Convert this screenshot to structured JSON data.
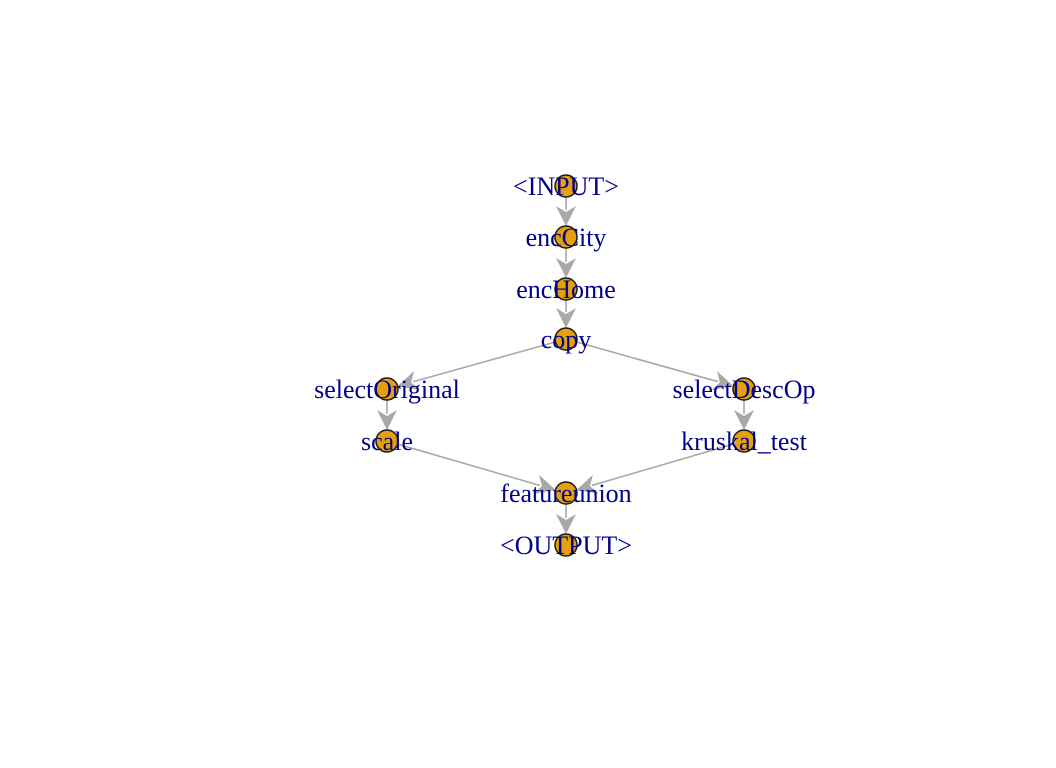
{
  "colors": {
    "edge": "#a8a8a8",
    "node_fill": "#e5a00d",
    "node_stroke": "#1a1a1a",
    "label": "#00008b",
    "background": "#ffffff"
  },
  "nodes": [
    {
      "id": "input",
      "label": "<INPUT>"
    },
    {
      "id": "enccity",
      "label": "encCity"
    },
    {
      "id": "enchome",
      "label": "encHome"
    },
    {
      "id": "copy",
      "label": "copy"
    },
    {
      "id": "selectoriginal",
      "label": "selectOriginal"
    },
    {
      "id": "selectdescop",
      "label": "selectDescOp"
    },
    {
      "id": "scale",
      "label": "scale"
    },
    {
      "id": "kruskal_test",
      "label": "kruskal_test"
    },
    {
      "id": "featureunion",
      "label": "featureunion"
    },
    {
      "id": "output",
      "label": "<OUTPUT>"
    }
  ],
  "edges": [
    {
      "from": "input",
      "to": "enccity"
    },
    {
      "from": "enccity",
      "to": "enchome"
    },
    {
      "from": "enchome",
      "to": "copy"
    },
    {
      "from": "copy",
      "to": "selectoriginal"
    },
    {
      "from": "copy",
      "to": "selectdescop"
    },
    {
      "from": "selectoriginal",
      "to": "scale"
    },
    {
      "from": "selectdescop",
      "to": "kruskal_test"
    },
    {
      "from": "scale",
      "to": "featureunion"
    },
    {
      "from": "kruskal_test",
      "to": "featureunion"
    },
    {
      "from": "featureunion",
      "to": "output"
    }
  ]
}
